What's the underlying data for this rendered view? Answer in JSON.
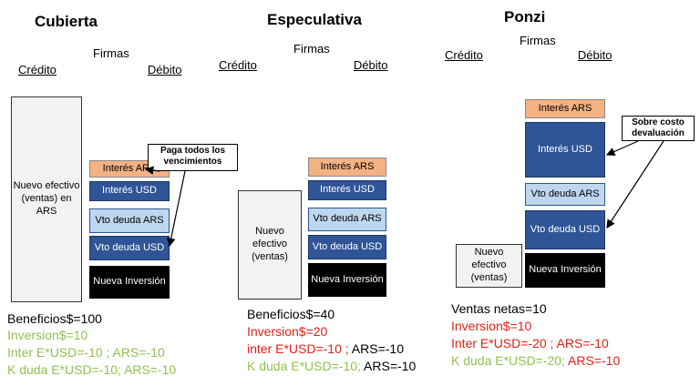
{
  "firms_label": "Firmas",
  "credit_label": "Crédito",
  "debit_label": "Débito",
  "cubierta": {
    "title": "Cubierta",
    "cash_box": "Nuevo efectivo (ventas) en ARS",
    "interes_ars": "Interés ARS",
    "interes_usd": "Interés USD",
    "vto_ars": "Vto deuda ARS",
    "vto_usd": "Vto deuda USD",
    "nueva_inversion": "Nueva Inversión",
    "callout": "Paga todos los vencimientos",
    "line1": "Beneficios$=100",
    "line2": "Inversion$=10",
    "line3": "Inter E*USD=-10 ; ARS=-10",
    "line4": "K duda E*USD=-10; ARS=-10"
  },
  "especulativa": {
    "title": "Especulativa",
    "cash_box": "Nuevo efectivo (ventas)",
    "interes_ars": "Interés ARS",
    "interes_usd": "Interés USD",
    "vto_ars": "Vto deuda ARS",
    "vto_usd": "Vto deuda USD",
    "nueva_inversion": "Nueva Inversión",
    "line1": "Beneficios$=40",
    "line2": "Inversion$=20",
    "line3a": "inter E*USD=-10 ; ",
    "line3b": "ARS=-10",
    "line4a": "K duda E*USD=-10; ",
    "line4b": "ARS=-10"
  },
  "ponzi": {
    "title": "Ponzi",
    "cash_box": "Nuevo efectivo (ventas)",
    "interes_ars": "Interés ARS",
    "interes_usd": "Interés USD",
    "vto_ars": "Vto deuda ARS",
    "vto_usd": "Vto deuda USD",
    "nueva_inversion": "Nueva Inversión",
    "callout": "Sobre costo devaluación",
    "line1": "Ventas netas=10",
    "line2": "Inversion$=10",
    "line3": "Inter E*USD=-20 ; ARS=-10",
    "line4a": "K duda E*USD=-20; ",
    "line4b": "ARS=-10"
  }
}
